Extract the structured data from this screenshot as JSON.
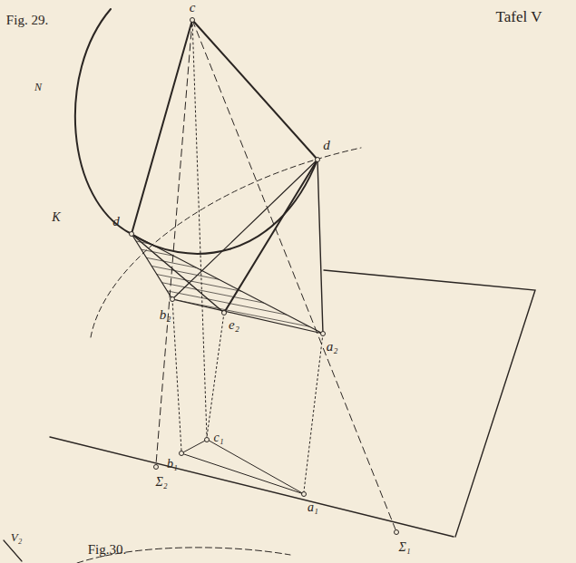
{
  "diagram": {
    "labels": [
      "Fig. 29.",
      "Tafel V",
      "N",
      "c",
      "d",
      "d",
      "K",
      "b₂",
      "e₂",
      "a₂",
      "c₁",
      "b₁",
      "a₁",
      "Σ₂",
      "Σ₁",
      "Fig.30.",
      "V₂"
    ]
  }
}
